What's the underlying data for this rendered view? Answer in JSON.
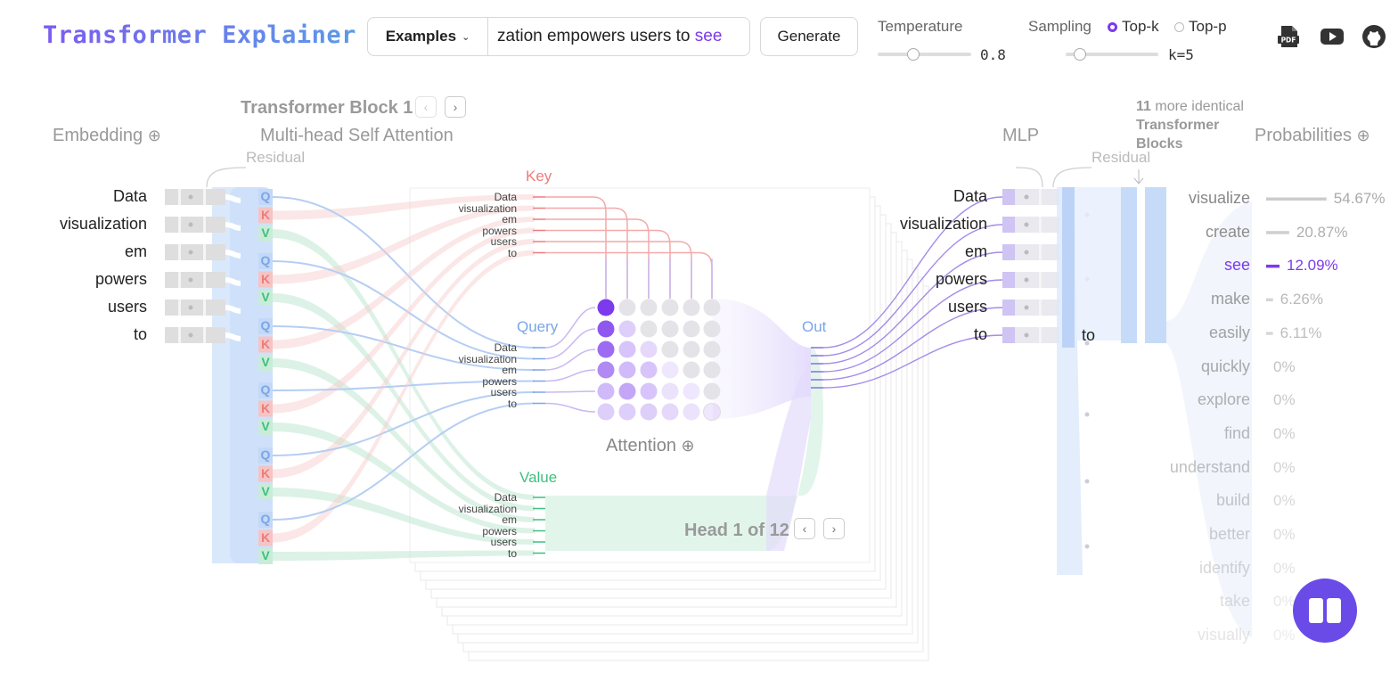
{
  "header": {
    "logo": "Transformer Explainer",
    "examples_label": "Examples",
    "prompt_text": "zation empowers users to ",
    "prompt_highlight": "see",
    "generate_label": "Generate",
    "temperature_label": "Temperature",
    "temperature_value": "0.8",
    "temperature_fraction": 0.38,
    "sampling_label": "Sampling",
    "sampling_options": [
      "Top-k",
      "Top-p"
    ],
    "sampling_selected": "Top-k",
    "k_value": "k=5",
    "k_fraction": 0.15,
    "icons": [
      "pdf-icon",
      "youtube-icon",
      "github-icon"
    ]
  },
  "sections": {
    "embedding": "Embedding",
    "attention": "Multi-head Self Attention",
    "transformer_block": "Transformer Block 1",
    "mlp": "MLP",
    "probabilities": "Probabilities",
    "residual": "Residual",
    "more_blocks_count": "11",
    "more_blocks_text1": "more identical",
    "more_blocks_text2": "Transformer",
    "more_blocks_text3": "Blocks",
    "key": "Key",
    "query": "Query",
    "value": "Value",
    "out": "Out",
    "attention_label": "Attention",
    "head_label": "Head 1 of 12",
    "qkv": [
      "Q",
      "K",
      "V"
    ]
  },
  "tokens": [
    "Data",
    "visualization",
    "em",
    "powers",
    "users",
    "to"
  ],
  "mlp_last_token": "to",
  "probabilities": [
    {
      "word": "visualize",
      "value": "54.67%",
      "p": 0.5467
    },
    {
      "word": "create",
      "value": "20.87%",
      "p": 0.2087
    },
    {
      "word": "see",
      "value": "12.09%",
      "p": 0.1209,
      "selected": true
    },
    {
      "word": "make",
      "value": "6.26%",
      "p": 0.0626
    },
    {
      "word": "easily",
      "value": "6.11%",
      "p": 0.0611
    },
    {
      "word": "quickly",
      "value": "0%",
      "p": 0
    },
    {
      "word": "explore",
      "value": "0%",
      "p": 0
    },
    {
      "word": "find",
      "value": "0%",
      "p": 0
    },
    {
      "word": "understand",
      "value": "0%",
      "p": 0
    },
    {
      "word": "build",
      "value": "0%",
      "p": 0
    },
    {
      "word": "better",
      "value": "0%",
      "p": 0
    },
    {
      "word": "identify",
      "value": "0%",
      "p": 0
    },
    {
      "word": "take",
      "value": "0%",
      "p": 0
    },
    {
      "word": "visually",
      "value": "0%",
      "p": 0
    }
  ],
  "attention_weights": [
    [
      1.0,
      0,
      0,
      0,
      0,
      0
    ],
    [
      0.85,
      0.25,
      0,
      0,
      0,
      0
    ],
    [
      0.75,
      0.3,
      0.2,
      0,
      0,
      0
    ],
    [
      0.6,
      0.35,
      0.3,
      0.1,
      0,
      0
    ],
    [
      0.35,
      0.45,
      0.3,
      0.15,
      0.1,
      0
    ],
    [
      0.25,
      0.25,
      0.25,
      0.2,
      0.15,
      0.05
    ]
  ],
  "colors": {
    "accent": "#7c3aed",
    "key": "#ef7b7b",
    "query": "#7aa6e8",
    "value": "#3fbf7f",
    "mlp": "#9f86e8"
  }
}
